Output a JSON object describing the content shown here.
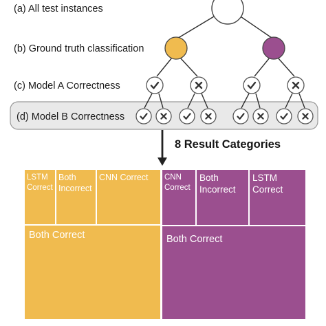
{
  "steps": {
    "a": "(a) All test instances",
    "b": "(b) Ground truth classification",
    "c": "(c) Model A Correctness",
    "d": "(d) Model B Correctness"
  },
  "result_heading": "8 Result Categories",
  "colors": {
    "class_1": "#f0bb4f",
    "class_2": "#9b4f8f",
    "line": "#2e2e2e",
    "band": "#e9e9e9"
  },
  "icons": {
    "correct": "check-icon",
    "incorrect": "cross-icon"
  },
  "tiles": {
    "yellow_lstm_correct": [
      "LSTM",
      "Correct"
    ],
    "yellow_both_incorrect": [
      "Both",
      "Incorrect"
    ],
    "yellow_cnn_correct": "CNN Correct",
    "yellow_both_correct": "Both Correct",
    "purple_cnn_correct": [
      "CNN",
      "Correct"
    ],
    "purple_both_incorrect": [
      "Both",
      "Incorrect"
    ],
    "purple_lstm_correct": [
      "LSTM",
      "Correct"
    ],
    "purple_both_correct": "Both Correct"
  }
}
